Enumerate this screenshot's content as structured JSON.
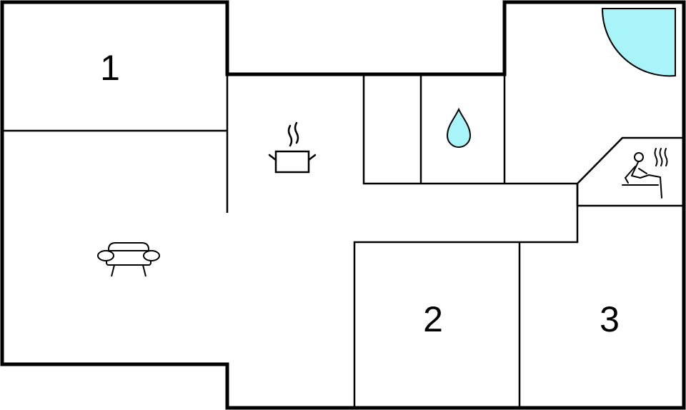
{
  "floor_plan": {
    "rooms": [
      {
        "id": "bedroom-1",
        "label": "1"
      },
      {
        "id": "bedroom-2",
        "label": "2"
      },
      {
        "id": "bedroom-3",
        "label": "3"
      }
    ],
    "icons": {
      "kitchen": "cooking-pot-icon",
      "living": "sofa-icon",
      "bathroom": "water-drop-icon",
      "sauna": "sauna-icon",
      "shower": "shower-quarter-circle-icon"
    },
    "colors": {
      "wall": "#000000",
      "background": "#ffffff",
      "water": "#a8f4f8"
    }
  }
}
